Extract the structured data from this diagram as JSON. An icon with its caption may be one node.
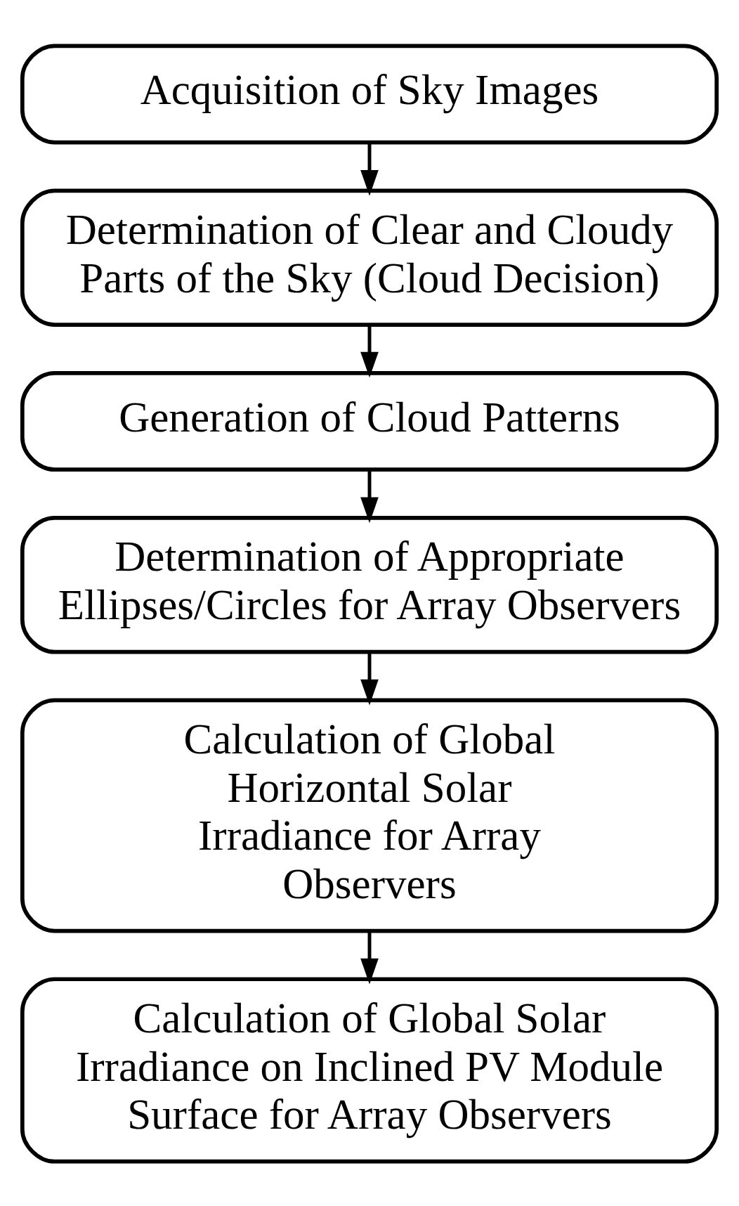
{
  "diagram": {
    "nodes": [
      {
        "text": [
          "Acquisition of Sky Images"
        ]
      },
      {
        "text": [
          "Determination of Clear and Cloudy Parts of the Sky (Cloud Decision)"
        ]
      },
      {
        "text": [
          "Generation of Cloud Patterns"
        ]
      },
      {
        "text": [
          "Determination of Appropriate Ellipses/Circles for Array Observers"
        ]
      },
      {
        "text": [
          "Calculation of Global Horizontal Solar Irradiance for Array Observers"
        ]
      },
      {
        "text": [
          "Calculation of Global Solar Irradiance on Inclined PV Module Surface for Array Observers"
        ]
      }
    ],
    "edges": [
      {
        "from": 0,
        "to": 1,
        "arrow": "to"
      },
      {
        "from": 1,
        "to": 2,
        "arrow": "to"
      },
      {
        "from": 2,
        "to": 3,
        "arrow": "to"
      },
      {
        "from": 3,
        "to": 4,
        "arrow": "to"
      },
      {
        "from": 4,
        "to": 5,
        "arrow": "to"
      }
    ]
  }
}
